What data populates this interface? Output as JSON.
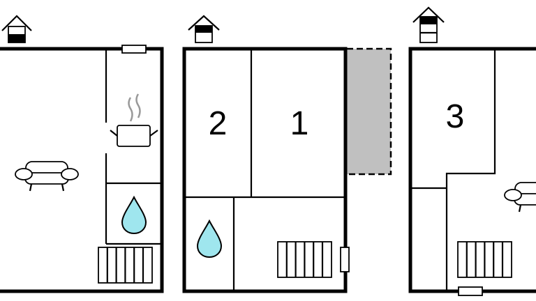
{
  "diagram": {
    "type": "floor-plan",
    "floors": [
      {
        "name": "floor-1",
        "rooms": [],
        "symbols": [
          "sofa-icon",
          "cooking-pot-icon",
          "water-drop-icon",
          "stairs-icon",
          "window-icon"
        ]
      },
      {
        "name": "floor-2",
        "rooms": [
          {
            "label": "2"
          },
          {
            "label": "1"
          }
        ],
        "symbols": [
          "water-drop-icon",
          "stairs-icon",
          "window-icon",
          "balcony-area"
        ]
      },
      {
        "name": "floor-3",
        "rooms": [
          {
            "label": "3"
          }
        ],
        "symbols": [
          "sofa-icon",
          "stairs-icon",
          "window-icon"
        ]
      }
    ],
    "colors": {
      "wall": "#000000",
      "water": "#9fe6ee",
      "balcony": "#c0c0c0",
      "steam": "#999999"
    }
  }
}
